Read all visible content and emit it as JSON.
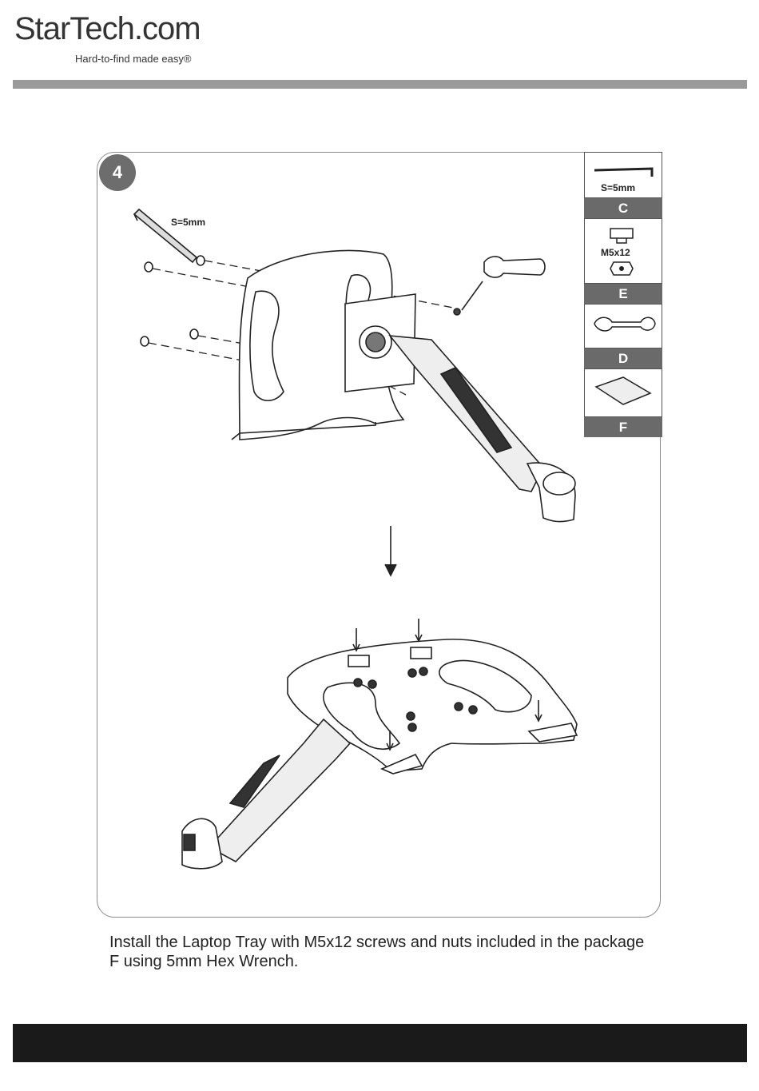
{
  "header": {
    "logo_text": "StarTech.com",
    "tagline": "Hard-to-find made easy®"
  },
  "step": {
    "number": "4",
    "hex_size_label": "S=5mm"
  },
  "parts": [
    {
      "label": "C",
      "spec": "S=5mm",
      "icon": "hex-key-icon"
    },
    {
      "label": "E",
      "spec": "M5x12",
      "icon": "screw-nut-icon"
    },
    {
      "label": "D",
      "spec": "",
      "icon": "wrench-icon"
    },
    {
      "label": "F",
      "spec": "",
      "icon": "adhesive-pad-icon"
    }
  ],
  "caption": {
    "line1": "Install the Laptop Tray with M5x12 screws and nuts included in the package",
    "line2": "F using 5mm Hex Wrench."
  },
  "colors": {
    "rule": "#9a9a9a",
    "badge": "#6d6d6d",
    "footer": "#1a1a1a"
  }
}
